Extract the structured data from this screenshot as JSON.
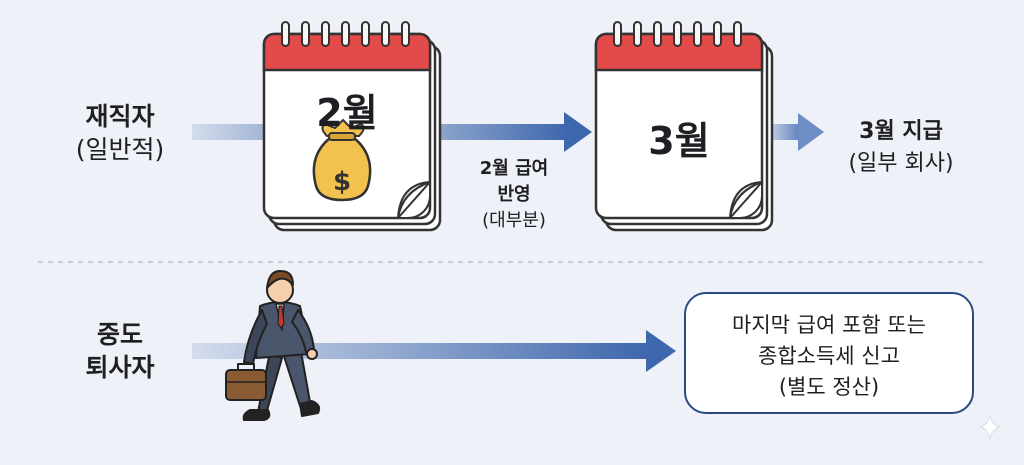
{
  "rows": {
    "employed": {
      "title": "재직자",
      "subtitle": "(일반적)"
    },
    "resigned": {
      "title_line1": "중도",
      "title_line2": "퇴사자"
    }
  },
  "calendars": {
    "feb": {
      "label": "2월"
    },
    "mar": {
      "label": "3월"
    }
  },
  "flow": {
    "feb_to_mar": {
      "line1": "2월 급여",
      "line2": "반영",
      "line3": "(대부분)"
    },
    "mar_pay": {
      "line1": "3월 지급",
      "line2": "(일부 회사)"
    }
  },
  "callout": {
    "line1": "마지막 급여 포함 또는",
    "line2": "종합소득세 신고",
    "line3": "(별도 정산)"
  },
  "colors": {
    "calendar_header": "#e34b4b",
    "arrow": "#3f67ad",
    "callout_border": "#2a4a87",
    "money_bag": "#f2c14e"
  },
  "icons": {
    "money": "money-bag-icon",
    "person": "walking-businessman-icon"
  }
}
